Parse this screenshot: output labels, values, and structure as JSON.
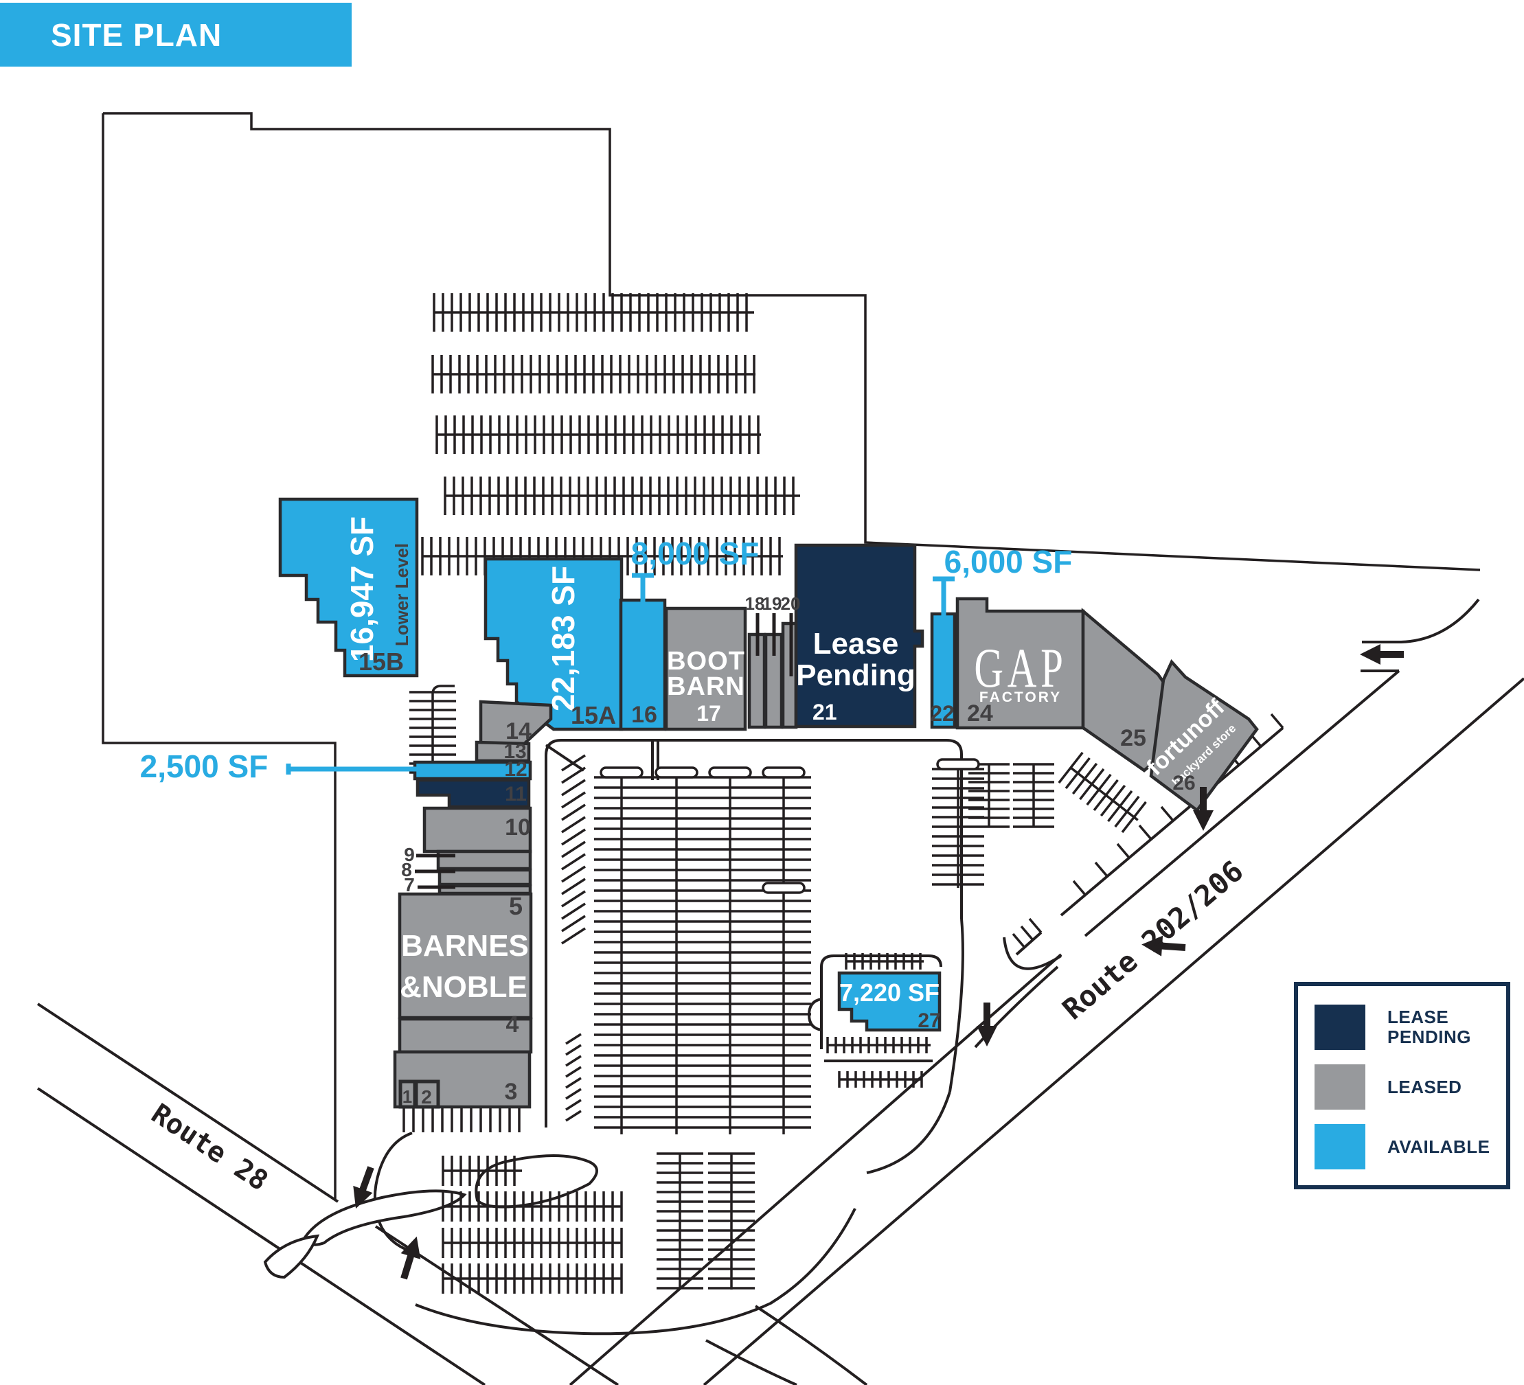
{
  "title": "SITE PLAN",
  "colors": {
    "available": "#29ABE2",
    "leased": "#97999C",
    "lease_pending": "#16304F",
    "outline": "#2B2B2D",
    "line": "#231F20",
    "label": "#414042",
    "white": "#FFFFFF"
  },
  "roads": {
    "route28": "Route 28",
    "route202": "Route 202/206"
  },
  "callouts": {
    "c2500": "2,500 SF",
    "c8000": "8,000 SF",
    "c6000": "6,000 SF"
  },
  "units": {
    "u1": {
      "label": "1",
      "status": "leased"
    },
    "u2": {
      "label": "2",
      "status": "leased"
    },
    "u3": {
      "label": "3",
      "status": "leased"
    },
    "u4": {
      "label": "4",
      "status": "leased"
    },
    "u5": {
      "label": "5",
      "status": "leased",
      "tenant_line1": "BARNES",
      "tenant_line2": "&NOBLE"
    },
    "u7": {
      "label": "7",
      "status": "leased"
    },
    "u8": {
      "label": "8",
      "status": "leased"
    },
    "u9": {
      "label": "9",
      "status": "leased"
    },
    "u10": {
      "label": "10",
      "status": "leased"
    },
    "u11": {
      "label": "11",
      "status": "lease_pending"
    },
    "u12": {
      "label": "12",
      "status": "available",
      "size": "2,500 SF"
    },
    "u13": {
      "label": "13",
      "status": "leased"
    },
    "u14": {
      "label": "14",
      "status": "leased"
    },
    "u15A": {
      "label": "15A",
      "status": "available",
      "size": "22,183 SF"
    },
    "u15B": {
      "label": "15B",
      "status": "available",
      "size": "16,947 SF",
      "note": "Lower Level"
    },
    "u16": {
      "label": "16",
      "status": "available",
      "size": "8,000 SF"
    },
    "u17": {
      "label": "17",
      "status": "leased",
      "tenant_line1": "BOOT",
      "tenant_line2": "BARN"
    },
    "u18": {
      "label": "18",
      "status": "leased"
    },
    "u19": {
      "label": "19",
      "status": "leased"
    },
    "u20": {
      "label": "20",
      "status": "leased"
    },
    "u21": {
      "label": "21",
      "status": "lease_pending",
      "note_line1": "Lease",
      "note_line2": "Pending"
    },
    "u22": {
      "label": "22",
      "status": "available",
      "size": "6,000 SF"
    },
    "u24": {
      "label": "24",
      "status": "leased",
      "tenant_line1": "GAP",
      "tenant_line2": "FACTORY"
    },
    "u25": {
      "label": "25",
      "status": "leased"
    },
    "u26": {
      "label": "26",
      "status": "leased",
      "tenant_line1": "fortunoff",
      "tenant_line2": "backyard store"
    },
    "u27": {
      "label": "27",
      "status": "available",
      "size": "7,220 SF"
    }
  },
  "legend": {
    "items": [
      {
        "label_line1": "LEASE",
        "label_line2": "PENDING",
        "color": "#16304F"
      },
      {
        "label_line1": "LEASED",
        "label_line2": "",
        "color": "#97999C"
      },
      {
        "label_line1": "AVAILABLE",
        "label_line2": "",
        "color": "#29ABE2"
      }
    ]
  }
}
